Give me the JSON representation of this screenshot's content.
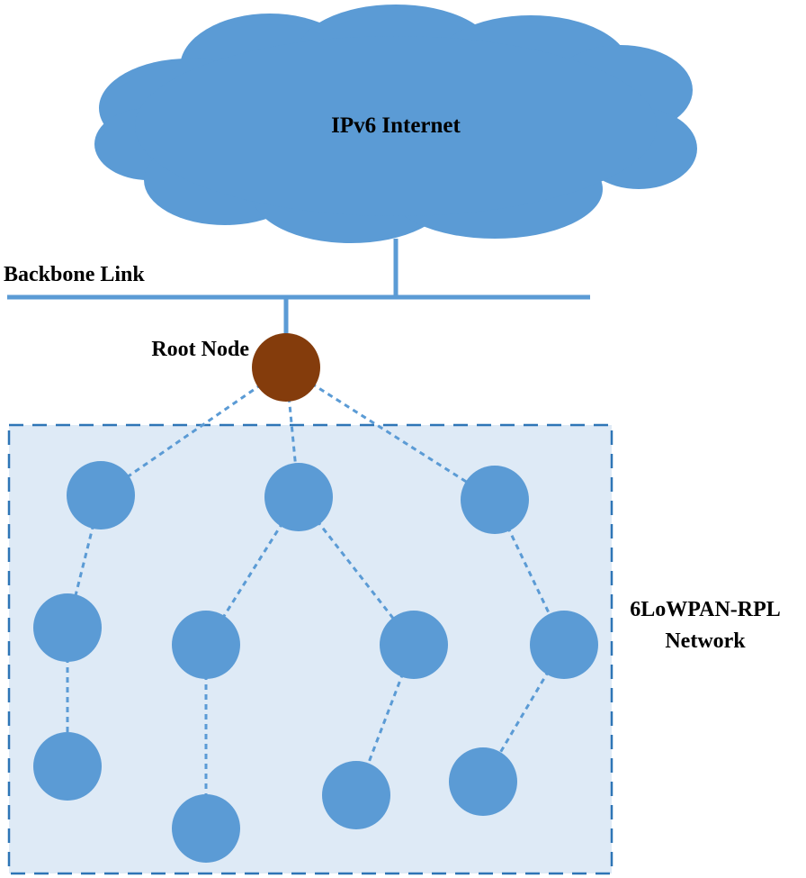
{
  "labels": {
    "cloud": "IPv6 Internet",
    "backbone": "Backbone Link",
    "root": "Root Node",
    "network_line1": "6LoWPAN-RPL",
    "network_line2": "Network"
  },
  "colors": {
    "cloud_fill": "#5b9bd5",
    "node_fill": "#5b9bd5",
    "root_fill": "#843c0c",
    "line": "#5b9bd5",
    "dashed_link": "#5b9bd5",
    "network_fill": "#deeaf6",
    "network_border": "#2e75b6"
  }
}
